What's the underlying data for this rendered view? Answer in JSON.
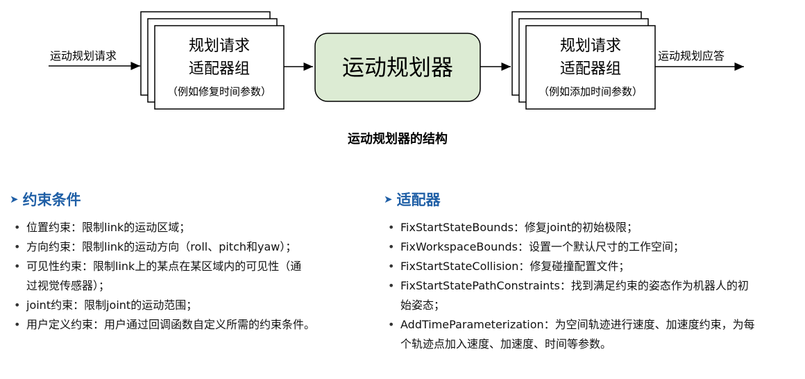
{
  "diagram": {
    "input_label": "运动规划请求",
    "output_label": "运动规划应答",
    "left_box": {
      "line1": "规划请求",
      "line2": "适配器组",
      "note": "（例如修复时间参数）"
    },
    "planner": {
      "label": "运动规划器"
    },
    "right_box": {
      "line1": "规划请求",
      "line2": "适配器组",
      "note": "（例如添加时间参数）"
    },
    "caption": "运动规划器的结构",
    "colors": {
      "planner_fill": "#dcebd3",
      "stroke": "#000000"
    }
  },
  "constraints": {
    "title": "约束条件",
    "items": [
      "位置约束：限制link的运动区域；",
      "方向约束：限制link的运动方向（roll、pitch和yaw）；",
      "可见性约束：限制link上的某点在某区域内的可见性（通",
      "过视觉传感器）；",
      "joint约束：限制joint的运动范围；",
      "用户定义约束：用户通过回调函数自定义所需的约束条件。"
    ]
  },
  "adapters": {
    "title": "适配器",
    "items": [
      "FixStartStateBounds：修复joint的初始极限；",
      "FixWorkspaceBounds：设置一个默认尺寸的工作空间；",
      "FixStartStateCollision：修复碰撞配置文件；",
      "FixStartStatePathConstraints：找到满足约束的姿态作为机器人的初",
      "始姿态；",
      "AddTimeParameterization：为空间轨迹进行速度、加速度约束，为每",
      "个轨迹点加入速度、加速度、时间等参数。"
    ]
  },
  "title_color": "#1f5fa6"
}
